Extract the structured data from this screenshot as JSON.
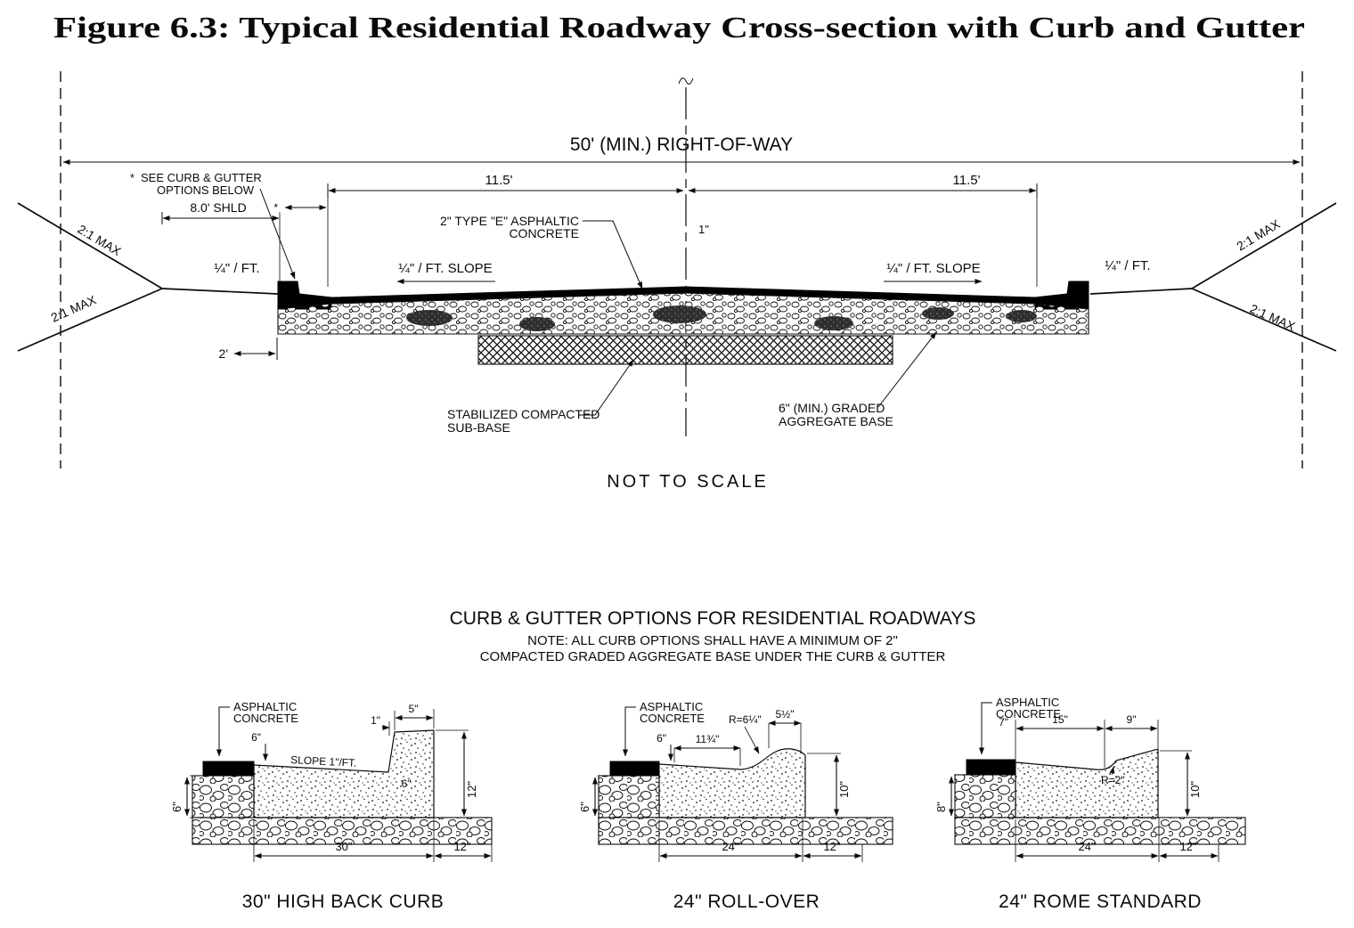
{
  "figure_title": "Figure 6.3:  Typical Residential Roadway Cross-section with Curb and Gutter",
  "main_section": {
    "right_of_way": "50' (MIN.) RIGHT-OF-WAY",
    "see_options_mark": "*",
    "see_options_line1": "SEE CURB & GUTTER",
    "see_options_line2": "OPTIONS BELOW",
    "curb_width_mark": "*",
    "lane_left": "11.5'",
    "lane_right": "11.5'",
    "shoulder": "8.0' SHLD",
    "asphalt_line1": "2\" TYPE \"E\" ASPHALTIC",
    "asphalt_line2": "CONCRETE",
    "crown": "1\"",
    "slope_outer_left": "¼\" / FT.",
    "slope_inner_left": "¼\" / FT. SLOPE",
    "slope_inner_right": "¼\" / FT. SLOPE",
    "slope_outer_right": "¼\" / FT.",
    "slope_max": "2:1 MAX",
    "curb_offset": "2'",
    "subbase_line1": "STABILIZED COMPACTED",
    "subbase_line2": "SUB-BASE",
    "aggbase_line1": "6\" (MIN.) GRADED",
    "aggbase_line2": "AGGREGATE BASE",
    "not_to_scale": "NOT TO SCALE"
  },
  "options_section": {
    "heading": "CURB & GUTTER OPTIONS FOR RESIDENTIAL ROADWAYS",
    "note_line1": "NOTE:  ALL CURB OPTIONS SHALL HAVE A MINIMUM OF 2\"",
    "note_line2": "COMPACTED GRADED AGGREGATE BASE UNDER THE CURB & GUTTER",
    "options": [
      {
        "name": "30\" HIGH BACK CURB",
        "asphalt_line1": "ASPHALTIC",
        "asphalt_line2": "CONCRETE",
        "dim_depth": "6\"",
        "dim_top_offset": "1\"",
        "dim_top_width": "5\"",
        "slope_label": "SLOPE 1\"/FT.",
        "dim_face": "6\"",
        "dim_height_right": "12\"",
        "dim_height_left": "6\"",
        "dim_width_main": "30\"",
        "dim_width_base": "12\""
      },
      {
        "name": "24\" ROLL-OVER",
        "asphalt_line1": "ASPHALTIC",
        "asphalt_line2": "CONCRETE",
        "dim_depth": "6\"",
        "dim_gutter": "11¾\"",
        "dim_radius": "R=6¼\"",
        "dim_top_width": "5½\"",
        "dim_height_right": "10\"",
        "dim_height_left": "6\"",
        "dim_width_main": "24\"",
        "dim_width_base": "12\""
      },
      {
        "name": "24\" ROME STANDARD",
        "asphalt_line1": "ASPHALTIC",
        "asphalt_line2": "CONCRETE",
        "dim_lip": "7\"",
        "dim_gutter": "15\"",
        "dim_curb": "9\"",
        "dim_radius": "R=2\"",
        "dim_height_right": "10\"",
        "dim_height_left": "8\"",
        "dim_width_main": "24\"",
        "dim_width_base": "12\""
      }
    ]
  }
}
